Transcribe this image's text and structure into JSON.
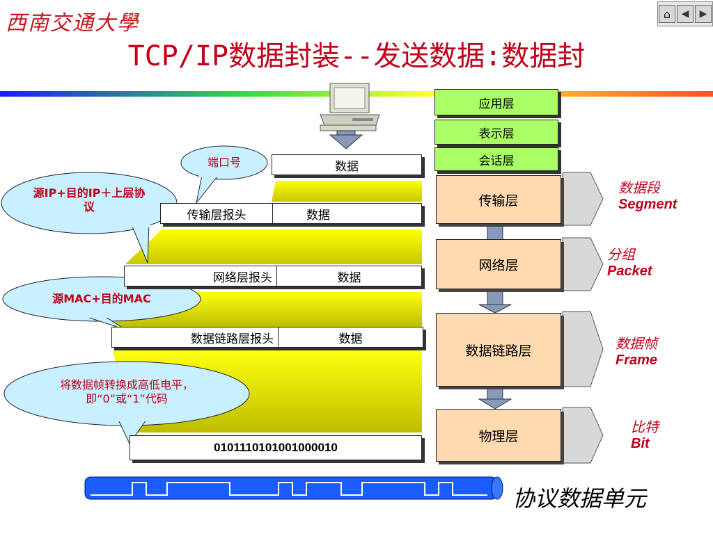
{
  "header": {
    "logo_text": "西南交通大學",
    "title": "TCP/IP数据封装--发送数据:数据封"
  },
  "nav": {
    "home_label": "⌂",
    "prev_label": "◀",
    "next_label": "▶"
  },
  "stack": {
    "data_only": "数据",
    "transport_header": "传输层报头",
    "transport_data": "数据",
    "network_header": "网络层报头",
    "network_data": "数据",
    "datalink_header": "数据链路层报头",
    "datalink_data": "数据",
    "bits": "0101110101001000010"
  },
  "bubbles": {
    "port": "端口号",
    "ip": "源IP+目的IP＋上层协议",
    "mac": "源MAC+目的MAC",
    "physical": "将数据帧转换成高低电平，即“0”或“1”代码"
  },
  "layers": {
    "application": "应用层",
    "presentation": "表示层",
    "session": "会话层",
    "transport": "传输层",
    "network": "网络层",
    "datalink": "数据链路层",
    "physical": "物理层"
  },
  "pdu_labels": {
    "segment_cn": "数据段",
    "segment_en": "Segment",
    "packet_cn": "分组",
    "packet_en": "Packet",
    "frame_cn": "数据帧",
    "frame_en": "Frame",
    "bit_cn": "比特",
    "bit_en": "Bit"
  },
  "footer": {
    "pdu_title": "协议数据单元"
  },
  "colors": {
    "title_red": "#c0001a",
    "layer_fill": "#ffd9b0",
    "top_layer_fill": "#aaff66",
    "funnel_yellow": "#ffff00",
    "arrow_gray": "#8899bb"
  }
}
